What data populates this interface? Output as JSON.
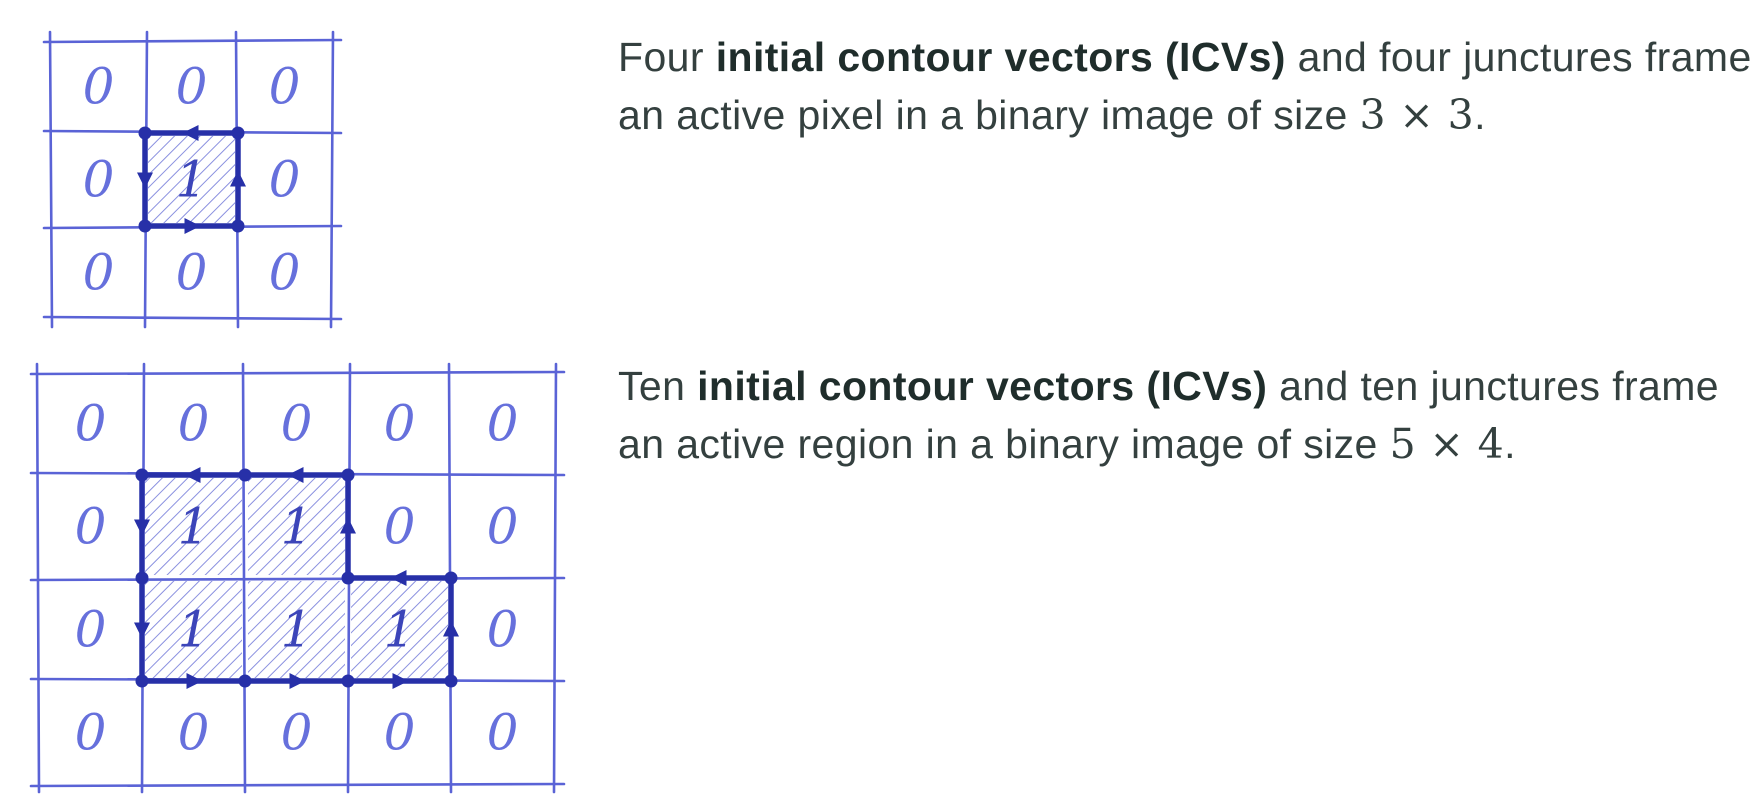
{
  "colors": {
    "ink": "#5a63d6",
    "ink_dark": "#2730a8",
    "text": "#34403f"
  },
  "figure1": {
    "zero_label": "0",
    "one_label": "1",
    "grid": [
      [
        "0",
        "0",
        "0"
      ],
      [
        "0",
        "1",
        "0"
      ],
      [
        "0",
        "0",
        "0"
      ]
    ],
    "caption": {
      "prefix": "Four",
      "term": "initial contour vectors (ICVs)",
      "suffix": "and four junctures frame an active pixel in a binary image of size",
      "size": "3 × 3",
      "end": "."
    }
  },
  "figure2": {
    "grid": [
      [
        "0",
        "0",
        "0",
        "0",
        "0"
      ],
      [
        "0",
        "1",
        "1",
        "0",
        "0"
      ],
      [
        "0",
        "1",
        "1",
        "1",
        "0"
      ],
      [
        "0",
        "0",
        "0",
        "0",
        "0"
      ]
    ],
    "caption": {
      "prefix": "Ten",
      "term": "initial contour vectors (ICVs)",
      "suffix": "and ten junctures frame an active region in a binary image of size",
      "size": "5 × 4",
      "end": "."
    }
  }
}
